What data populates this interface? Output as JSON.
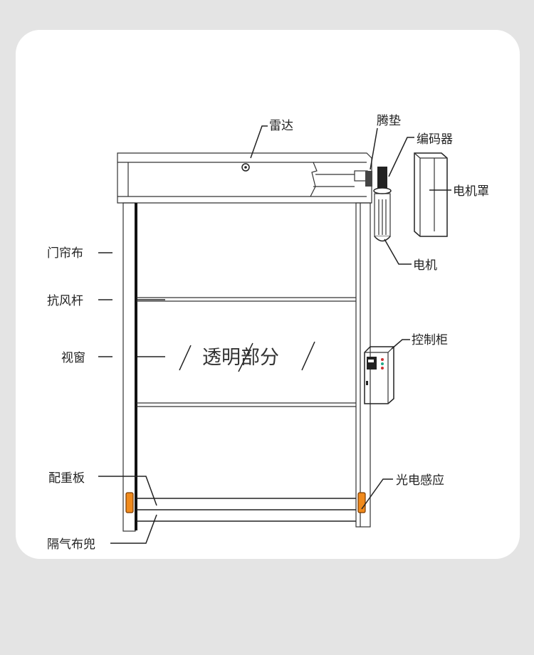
{
  "diagram": {
    "labels": {
      "radar": "雷达",
      "pad": "腾垫",
      "encoder": "编码器",
      "motor_cover": "电机罩",
      "motor": "电机",
      "curtain": "门帘布",
      "wind_bar": "抗风杆",
      "window": "视窗",
      "transparent": "透明部分",
      "control_box": "控制柜",
      "counterweight": "配重板",
      "photo_sensor": "光电感应",
      "air_pocket": "隔气布兜"
    },
    "colors": {
      "sensor": "#f08a1c",
      "background": "#e4e4e4",
      "card": "#ffffff"
    }
  }
}
